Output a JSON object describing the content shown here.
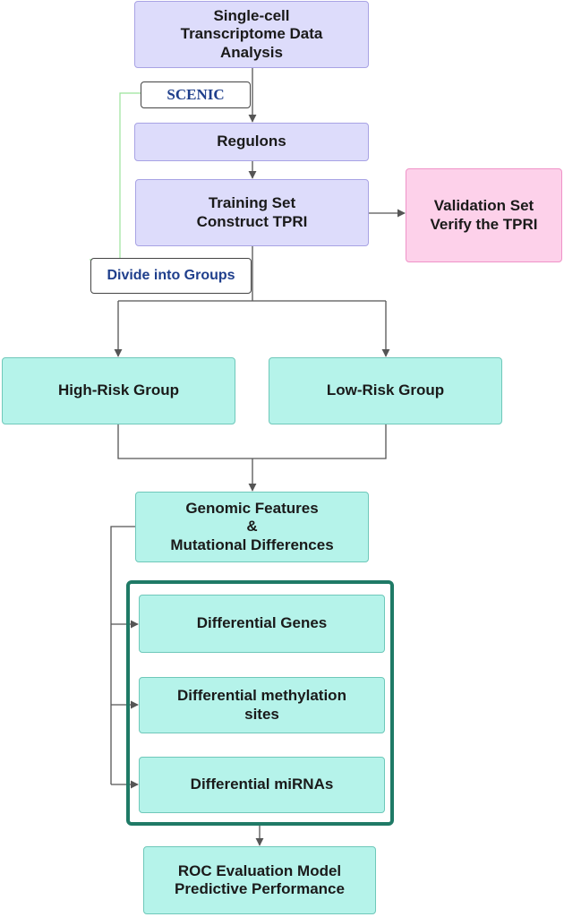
{
  "nodes": {
    "single_cell": "Single-cell\nTranscriptome Data\nAnalysis",
    "scenic": "SCENIC",
    "regulons": "Regulons",
    "training": "Training Set\nConstruct TPRI",
    "validation": "Validation Set\nVerify the TPRI",
    "divide": "Divide into Groups",
    "high_risk": "High-Risk Group",
    "low_risk": "Low-Risk Group",
    "genomic": "Genomic Features\n&\nMutational Differences",
    "diff_genes": "Differential Genes",
    "diff_methylation": "Differential methylation\nsites",
    "diff_mirnas": "Differential miRNAs",
    "roc": "ROC Evaluation Model\nPredictive Performance"
  },
  "colors": {
    "purple_fill": "#dddcfb",
    "pink_fill": "#fdd1ea",
    "teal_fill": "#b5f3ea",
    "frame": "#1f7a66",
    "label_text": "#1f3f8c",
    "connector": "#555555",
    "feedback_line": "#9be39b"
  }
}
